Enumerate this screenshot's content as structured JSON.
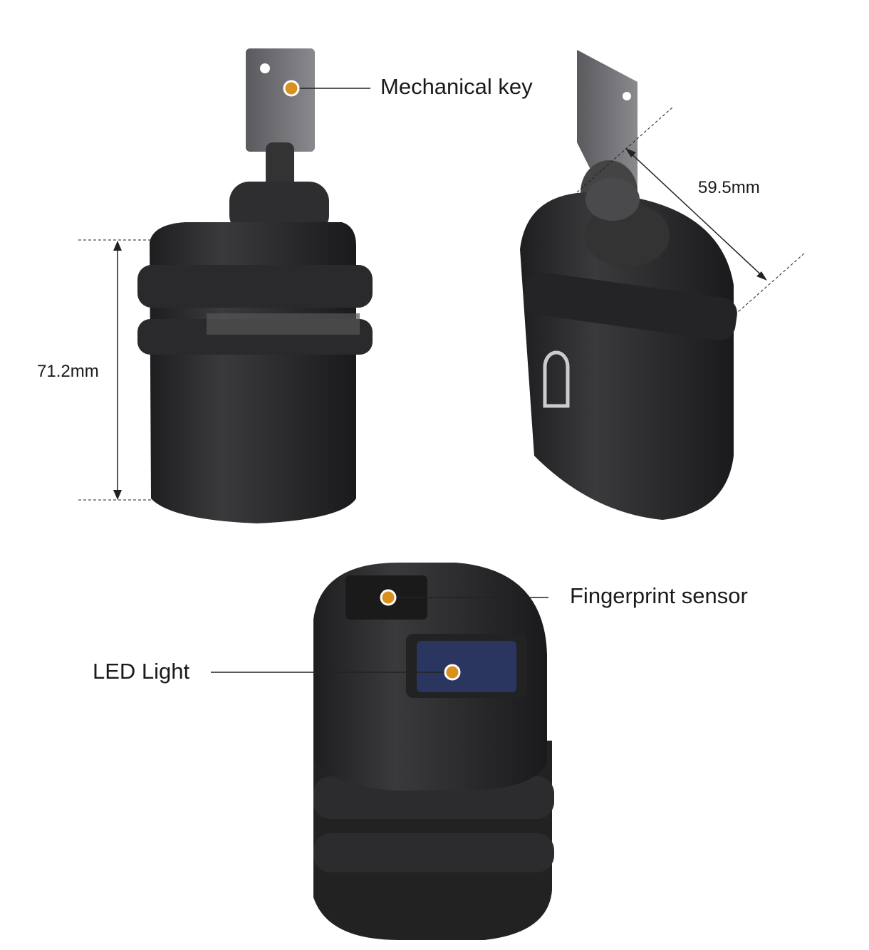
{
  "callouts": {
    "mechanical_key": "Mechanical key",
    "fingerprint_sensor": "Fingerprint sensor",
    "led_light": "LED Light"
  },
  "dimensions": {
    "height": "71.2mm",
    "width": "59.5mm"
  },
  "colors": {
    "body": "#2b2b2d",
    "marker": "#d9901f",
    "sensor": "#2a3560"
  }
}
